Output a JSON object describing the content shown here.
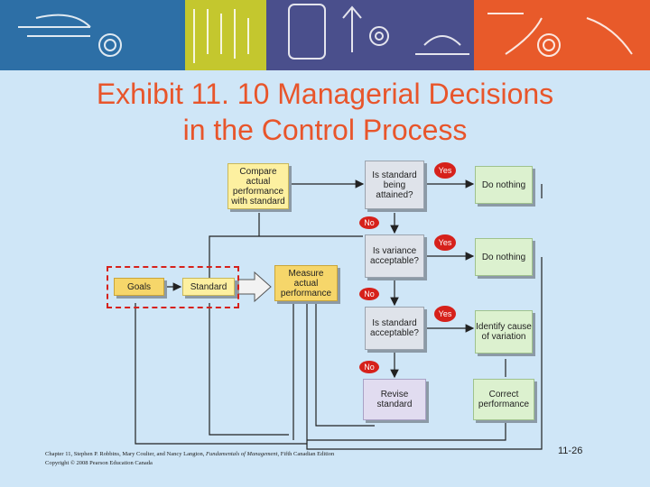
{
  "title": {
    "line1": "Exhibit 11. 10 Managerial Decisions",
    "line2": "in the Control Process"
  },
  "colors": {
    "title": "#e8552b",
    "badge": "#d6211b",
    "background": "#cfe6f7"
  },
  "nodes": {
    "compare": "Compare actual performance with standard",
    "q_attained": "Is standard being attained?",
    "do_nothing_1": "Do nothing",
    "q_variance": "Is variance acceptable?",
    "do_nothing_2": "Do nothing",
    "goals": "Goals",
    "standard": "Standard",
    "measure": "Measure actual performance",
    "q_standard": "Is standard acceptable?",
    "identify": "Identify cause of variation",
    "revise": "Revise standard",
    "correct": "Correct performance"
  },
  "badges": {
    "yes": "Yes",
    "no": "No"
  },
  "footer": {
    "line1_pre": "Chapter 11, Stephen P. Robbins, Mary Coulter, and Nancy Langton, ",
    "line1_book": "Fundamentals of Management",
    "line1_post": ", Fifth Canadian Edition",
    "line2": "Copyright © 2008 Pearson Education Canada"
  },
  "page_number": "11-26"
}
